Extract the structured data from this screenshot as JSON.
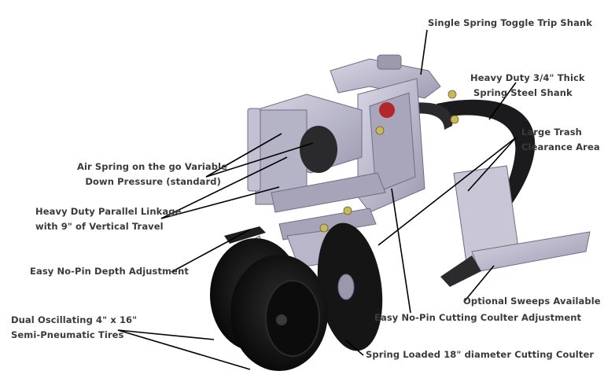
{
  "labels": {
    "single_spring": "Single Spring Toggle Trip Shank",
    "heavy_duty_shank": [
      "Heavy Duty 3/4\" Thick",
      "Spring Steel Shank"
    ],
    "trash_clearance": [
      "Large Trash",
      "Clearance Area"
    ],
    "air_spring": [
      "Air Spring on the go Variable",
      "Down Pressure (standard)"
    ],
    "parallel_linkage": [
      "Heavy Duty Parallel Linkage",
      "with 9\" of Vertical Travel"
    ],
    "depth_adjustment": "Easy No-Pin Depth Adjustment",
    "tires": [
      "Dual Oscillating 4\" x 16\"",
      "Semi-Pneumatic Tires"
    ],
    "sweeps": "Optional Sweeps Available",
    "coulter_adjustment": "Easy No-Pin Cutting Coulter Adjustment",
    "cutting_coulter": "Spring Loaded 18\" diameter Cutting Coulter"
  },
  "colors": {
    "text": "#3a3a3a",
    "leader": "#000000",
    "frame": "#b9b7c9",
    "frame_shade": "#8d8aa1",
    "steel": "#1c1c1e",
    "tire": "#121212",
    "bolt": "#c8b85a",
    "accent": "#b3262a"
  }
}
